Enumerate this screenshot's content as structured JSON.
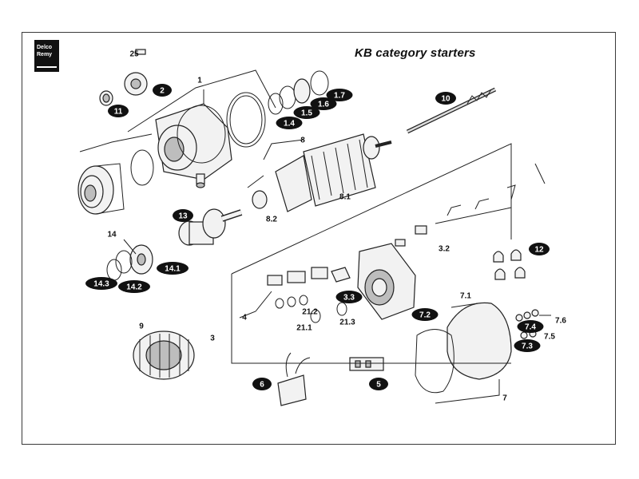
{
  "logo": {
    "line1": "Delco",
    "line2": "Remy"
  },
  "title": "KB category starters",
  "callouts": [
    {
      "id": "c-25",
      "text": "25",
      "style": "plain"
    },
    {
      "id": "c-2",
      "text": "2",
      "style": "pill"
    },
    {
      "id": "c-11",
      "text": "11",
      "style": "pill"
    },
    {
      "id": "c-1",
      "text": "1",
      "style": "plain"
    },
    {
      "id": "c-1-7",
      "text": "1.7",
      "style": "pill"
    },
    {
      "id": "c-1-6",
      "text": "1.6",
      "style": "pill"
    },
    {
      "id": "c-1-5",
      "text": "1.5",
      "style": "pill"
    },
    {
      "id": "c-1-4",
      "text": "1.4",
      "style": "pill"
    },
    {
      "id": "c-10",
      "text": "10",
      "style": "pill"
    },
    {
      "id": "c-8",
      "text": "8",
      "style": "plain"
    },
    {
      "id": "c-8-1",
      "text": "8.1",
      "style": "plain"
    },
    {
      "id": "c-8-2",
      "text": "8.2",
      "style": "plain"
    },
    {
      "id": "c-13",
      "text": "13",
      "style": "pill"
    },
    {
      "id": "c-14",
      "text": "14",
      "style": "plain"
    },
    {
      "id": "c-14-1",
      "text": "14.1",
      "style": "pill"
    },
    {
      "id": "c-14-3",
      "text": "14.3",
      "style": "pill"
    },
    {
      "id": "c-14-2",
      "text": "14.2",
      "style": "pill"
    },
    {
      "id": "c-3-2",
      "text": "3.2",
      "style": "plain"
    },
    {
      "id": "c-12",
      "text": "12",
      "style": "pill"
    },
    {
      "id": "c-3-3",
      "text": "3.3",
      "style": "pill"
    },
    {
      "id": "c-4",
      "text": "4",
      "style": "plain"
    },
    {
      "id": "c-21-2",
      "text": "21.2",
      "style": "plain"
    },
    {
      "id": "c-21-1",
      "text": "21.1",
      "style": "plain"
    },
    {
      "id": "c-21-3",
      "text": "21.3",
      "style": "plain"
    },
    {
      "id": "c-7-2",
      "text": "7.2",
      "style": "pill"
    },
    {
      "id": "c-7-1",
      "text": "7.1",
      "style": "plain"
    },
    {
      "id": "c-3",
      "text": "3",
      "style": "plain"
    },
    {
      "id": "c-9",
      "text": "9",
      "style": "plain"
    },
    {
      "id": "c-7-4",
      "text": "7.4",
      "style": "pill"
    },
    {
      "id": "c-7-6",
      "text": "7.6",
      "style": "plain"
    },
    {
      "id": "c-7-5",
      "text": "7.5",
      "style": "plain"
    },
    {
      "id": "c-7-3",
      "text": "7.3",
      "style": "pill"
    },
    {
      "id": "c-6",
      "text": "6",
      "style": "pill"
    },
    {
      "id": "c-5",
      "text": "5",
      "style": "pill"
    },
    {
      "id": "c-7",
      "text": "7",
      "style": "plain"
    }
  ]
}
